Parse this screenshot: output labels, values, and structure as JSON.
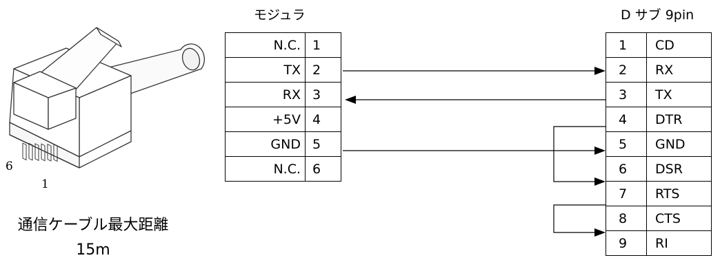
{
  "connector": {
    "pin_label_left": "6",
    "pin_label_right": "1"
  },
  "caption": {
    "line1": "通信ケーブル最大距離",
    "line2": "15m"
  },
  "modular": {
    "title": "モジュラ",
    "rows": [
      {
        "signal": "N.C.",
        "pin": "1"
      },
      {
        "signal": "TX",
        "pin": "2"
      },
      {
        "signal": "RX",
        "pin": "3"
      },
      {
        "signal": "+5V",
        "pin": "4"
      },
      {
        "signal": "GND",
        "pin": "5"
      },
      {
        "signal": "N.C.",
        "pin": "6"
      }
    ]
  },
  "dsub": {
    "title": "D サブ 9pin",
    "rows": [
      {
        "pin": "1",
        "signal": "CD"
      },
      {
        "pin": "2",
        "signal": "RX"
      },
      {
        "pin": "3",
        "signal": "TX"
      },
      {
        "pin": "4",
        "signal": "DTR"
      },
      {
        "pin": "5",
        "signal": "GND"
      },
      {
        "pin": "6",
        "signal": "DSR"
      },
      {
        "pin": "7",
        "signal": "RTS"
      },
      {
        "pin": "8",
        "signal": "CTS"
      },
      {
        "pin": "9",
        "signal": "RI"
      }
    ]
  }
}
